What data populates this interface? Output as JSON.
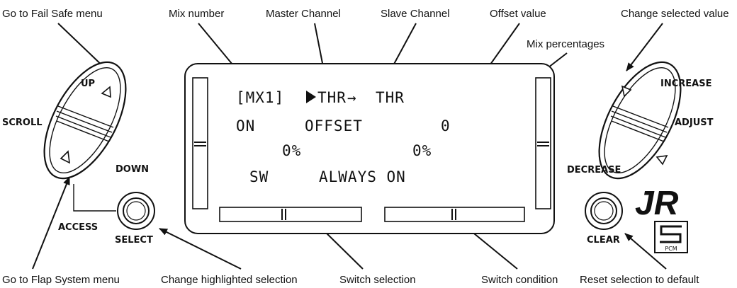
{
  "callouts": {
    "fail_safe": "Go to Fail Safe menu",
    "mix_number": "Mix number",
    "master_channel": "Master Channel",
    "slave_channel": "Slave Channel",
    "offset_value": "Offset value",
    "change_value": "Change selected value",
    "mix_percentages": "Mix percentages",
    "flap_menu": "Go to Flap System menu",
    "change_highlighted": "Change highlighted selection",
    "switch_selection": "Switch selection",
    "switch_condition": "Switch condition",
    "reset_default": "Reset selection to default"
  },
  "left_controls": {
    "up": "UP",
    "scroll": "SCROLL",
    "down": "DOWN",
    "access": "ACCESS",
    "select": "SELECT"
  },
  "right_controls": {
    "increase": "INCREASE",
    "adjust": "ADJUST",
    "decrease": "DECREASE",
    "clear": "CLEAR"
  },
  "lcd": {
    "mix": "[MX1]",
    "master": "THR",
    "arrow": "→",
    "slave": "THR",
    "on": "ON",
    "offset_label": "OFFSET",
    "offset_value": "0",
    "pct_left": "0%",
    "pct_right": "0%",
    "sw": "SW",
    "condition": "ALWAYS ON"
  },
  "branding": {
    "logo": "JR",
    "badge": "PCM"
  },
  "icons": [
    "triangle-up-icon",
    "triangle-down-icon",
    "arrow-right-icon"
  ]
}
